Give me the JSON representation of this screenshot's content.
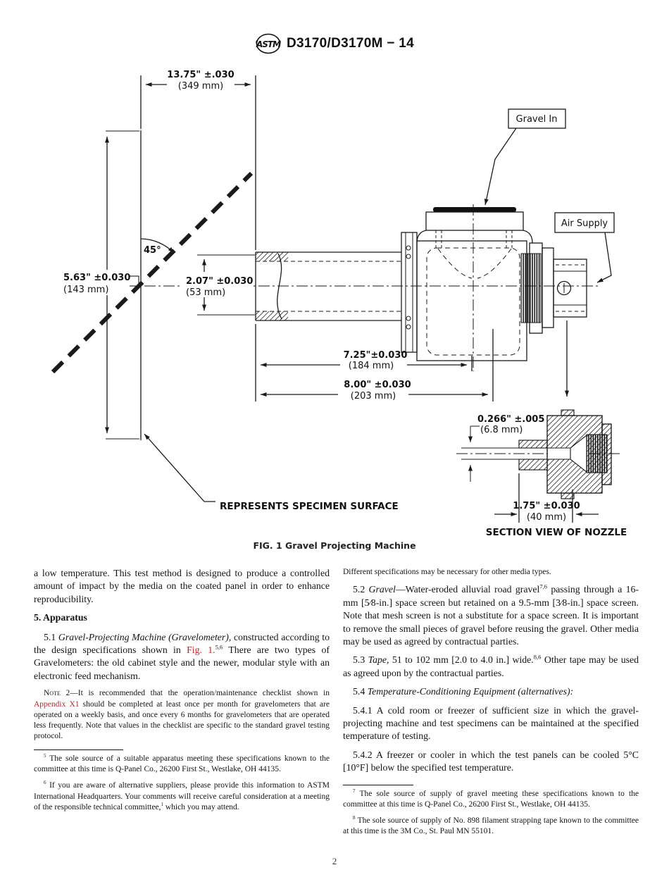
{
  "page": {
    "number": "2"
  },
  "header": {
    "logo_text": "ASTM",
    "title": "D3170/D3170M − 14"
  },
  "figure": {
    "caption": "FIG. 1 Gravel Projecting Machine",
    "angle_label": "45°",
    "gravel_in": "Gravel In",
    "air_supply": "Air Supply",
    "specimen_label": "REPRESENTS SPECIMEN SURFACE",
    "section_label": "SECTION VIEW OF NOZZLE",
    "dims": {
      "standoff": {
        "in": "13.75\" ±.030",
        "mm": "(349 mm)"
      },
      "height": {
        "in": "5.63\" ±0.030",
        "mm": "(143 mm)"
      },
      "pipe": {
        "in": "2.07\" ±0.030",
        "mm": "(53 mm)"
      },
      "barrel": {
        "in": "7.25\"±0.030",
        "mm": "(184 mm)"
      },
      "overall": {
        "in": "8.00\" ±0.030",
        "mm": "(203 mm)"
      },
      "bore": {
        "in": "0.266\" ±.005",
        "mm": "(6.8 mm)"
      },
      "nozzle": {
        "in": "1.75\" ±0.030",
        "mm": "(40 mm)"
      }
    }
  },
  "left": {
    "p_intro": "a low temperature. This test method is designed to produce a controlled amount of impact by the media on the coated panel in order to enhance reproducibility.",
    "heading": "5. Apparatus",
    "p51": {
      "num": "5.1 ",
      "title": "Gravel-Projecting Machine (Gravelometer),",
      "t1": " constructed according to the design specifications shown in ",
      "link": "Fig. 1.",
      "sup": "5,6",
      "t2": " There are two types of Gravelometers: the old cabinet style and the newer, modular style with an electronic feed mechanism."
    },
    "note": {
      "label": "Note 2",
      "dash": "—",
      "t1": "It is recommended that the operation/maintenance checklist shown in ",
      "link": "Appendix X1",
      "t2": " should be completed at least once per month for gravelometers that are operated on a weekly basis, and once every 6 months for gravelometers that are operated less frequently. Note that values in the checklist are specific to the standard gravel testing protocol."
    },
    "fn5": {
      "sup": "5",
      "text": " The sole source of a suitable apparatus meeting these specifications known to the committee at this time is Q-Panel Co., 26200 First St., Westlake, OH 44135."
    },
    "fn6": {
      "sup": "6",
      "t1": " If you are aware of alternative suppliers, please provide this information to ASTM International Headquarters. Your comments will receive careful consideration at a meeting of the responsible technical committee,",
      "sup2": "1",
      "t2": " which you may attend."
    }
  },
  "right": {
    "p_note_cont": "Different specifications may be necessary for other media types.",
    "p52": {
      "num": "5.2 ",
      "title": "Gravel",
      "t1": "—Water-eroded alluvial road gravel",
      "sup": "7,6",
      "t2": " passing through a 16-mm [5⁄8-in.] space screen but retained on a 9.5-mm [3⁄8-in.] space screen. Note that mesh screen is not a substitute for a space screen. It is important to remove the small pieces of gravel before reusing the gravel. Other media may be used as agreed by contractual parties."
    },
    "p53": {
      "num": "5.3 ",
      "title": "Tape,",
      "t1": " 51 to 102 mm [2.0 to 4.0 in.] wide.",
      "sup": "8,6",
      "t2": " Other tape may be used as agreed upon by the contractual parties."
    },
    "p54": {
      "num": "5.4 ",
      "title": "Temperature-Conditioning Equipment (alternatives):"
    },
    "p541": "5.4.1  A cold room or freezer of sufficient size in which the gravel-projecting machine and test specimens can be maintained at the specified temperature of testing.",
    "p542": "5.4.2  A freezer or cooler in which the test panels can be cooled 5°C [10°F] below the specified test temperature.",
    "fn7": {
      "sup": "7",
      "text": " The sole source of supply of gravel meeting these specifications known to the committee at this time is Q-Panel Co., 26200 First St., Westlake, OH 44135."
    },
    "fn8": {
      "sup": "8",
      "text": " The sole source of supply of No. 898 filament strapping tape known to the committee at this time is the 3M Co., St. Paul MN 55101."
    }
  }
}
